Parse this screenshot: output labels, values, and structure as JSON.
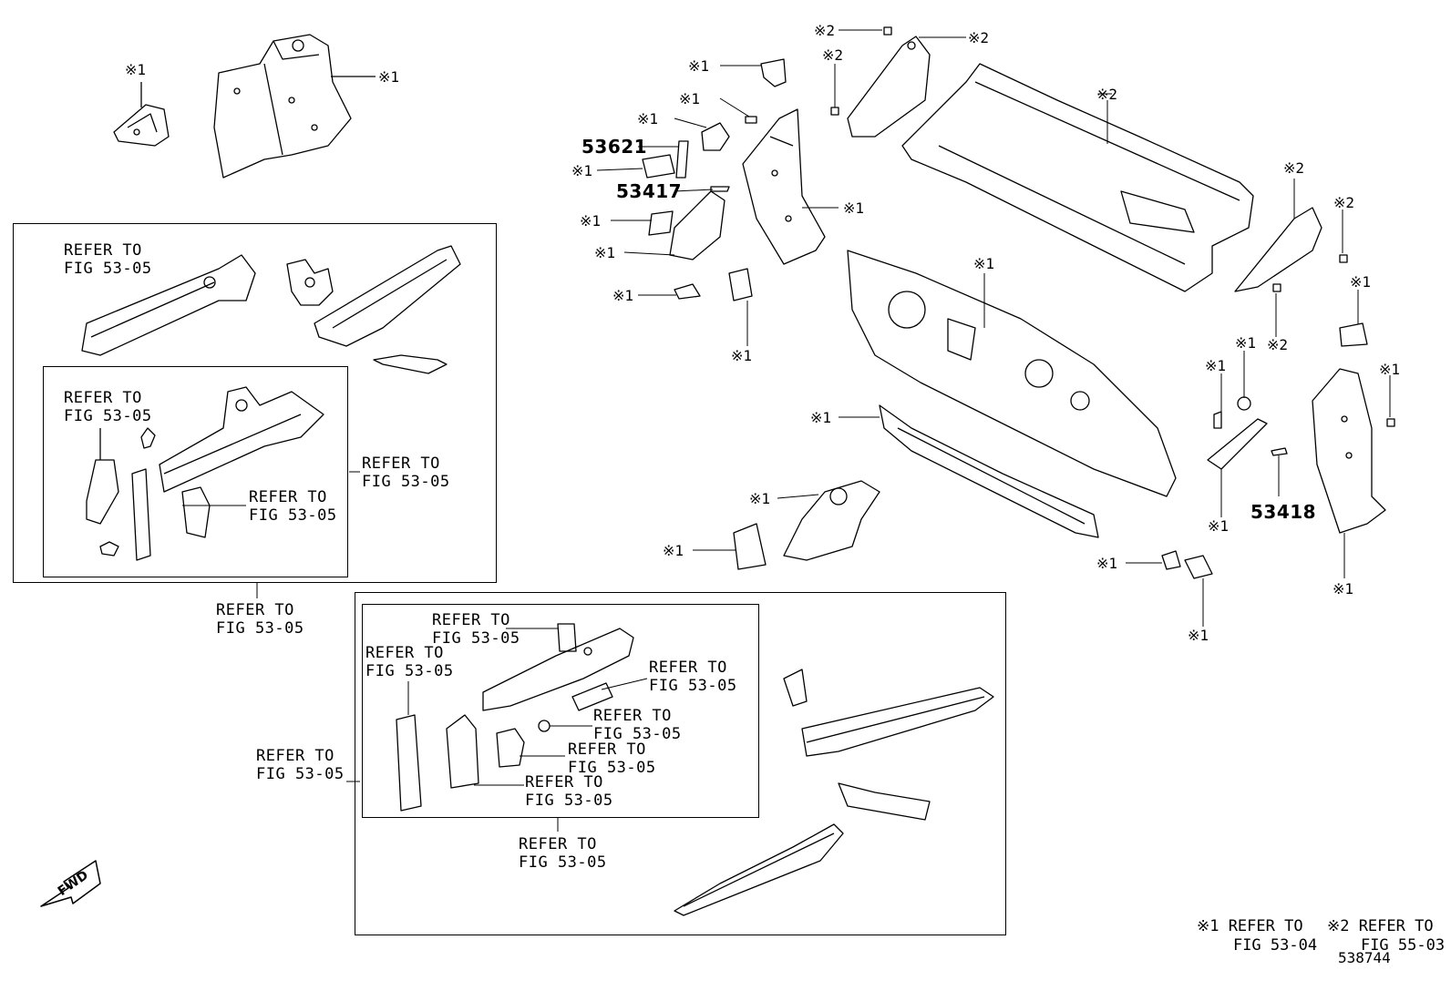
{
  "diagram": {
    "refer_to": "REFER TO",
    "fig_53_05": "FIG 53-05",
    "mark_1": "※1",
    "mark_2": "※2",
    "part_numbers": {
      "p53621": "53621",
      "p53417": "53417",
      "p53418": "53418"
    },
    "legend": {
      "item1_mark": "※1",
      "item1_text": "REFER TO",
      "item1_fig": "FIG 53-04",
      "item2_mark": "※2",
      "item2_text": "REFER TO",
      "item2_fig": "FIG 55-03"
    },
    "fwd_label": "FWD",
    "illustration_id": "538744"
  }
}
